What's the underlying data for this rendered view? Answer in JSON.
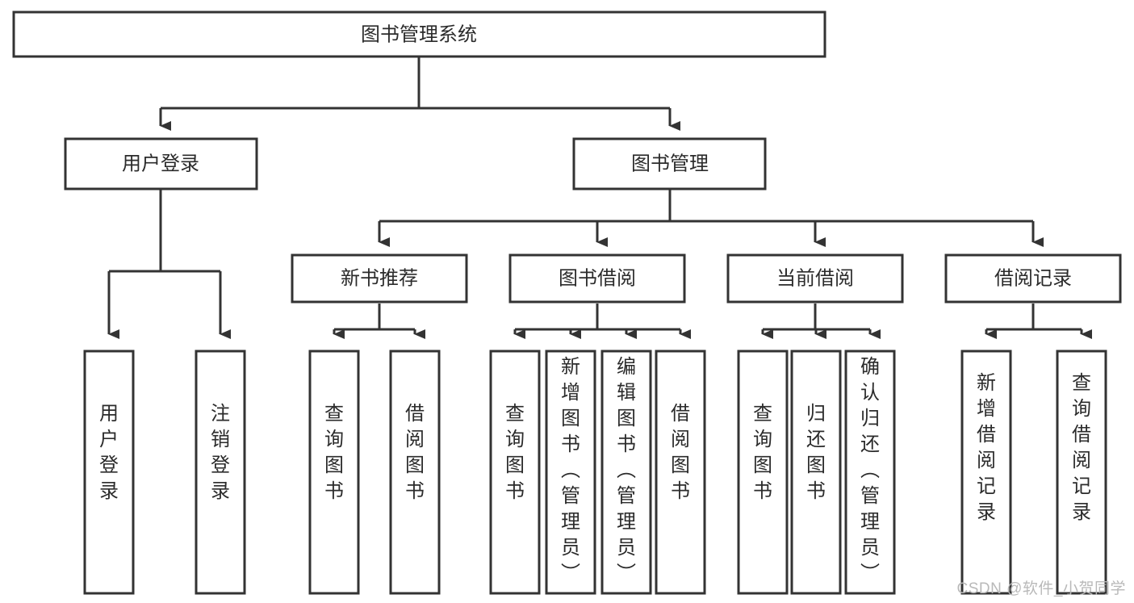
{
  "diagram": {
    "title": "图书管理系统",
    "type": "hierarchy-tree",
    "watermark": "CSDN @软件_小贺同学",
    "colors": {
      "background": "#ffffff",
      "box_fill": "#ffffff",
      "stroke": "#333333",
      "text": "#2b2b2b",
      "watermark": "#b9b9b9"
    },
    "levels": {
      "level0": [
        {
          "id": "root",
          "label": "图书管理系统",
          "orientation": "horizontal"
        }
      ],
      "level1": [
        {
          "id": "user-login",
          "label": "用户登录",
          "orientation": "horizontal"
        },
        {
          "id": "book-management",
          "label": "图书管理",
          "orientation": "horizontal"
        }
      ],
      "level2": [
        {
          "id": "new-book-recommend",
          "label": "新书推荐",
          "orientation": "horizontal",
          "parent": "book-management"
        },
        {
          "id": "book-borrow",
          "label": "图书借阅",
          "orientation": "horizontal",
          "parent": "book-management"
        },
        {
          "id": "current-borrow",
          "label": "当前借阅",
          "orientation": "horizontal",
          "parent": "book-management"
        },
        {
          "id": "borrow-record",
          "label": "借阅记录",
          "orientation": "horizontal",
          "parent": "book-management"
        }
      ],
      "level3": [
        {
          "id": "leaf-user-login",
          "label": "用户登录",
          "orientation": "vertical",
          "parent": "user-login"
        },
        {
          "id": "leaf-logout-login",
          "label": "注销登录",
          "orientation": "vertical",
          "parent": "user-login"
        },
        {
          "id": "leaf-query-book-1",
          "label": "查询图书",
          "orientation": "vertical",
          "parent": "new-book-recommend"
        },
        {
          "id": "leaf-borrow-book-1",
          "label": "借阅图书",
          "orientation": "vertical",
          "parent": "new-book-recommend"
        },
        {
          "id": "leaf-query-book-2",
          "label": "查询图书",
          "orientation": "vertical",
          "parent": "book-borrow"
        },
        {
          "id": "leaf-add-book",
          "label": "新增图书（管理员）",
          "orientation": "vertical",
          "parent": "book-borrow"
        },
        {
          "id": "leaf-edit-book",
          "label": "编辑图书（管理员）",
          "orientation": "vertical",
          "parent": "book-borrow"
        },
        {
          "id": "leaf-borrow-book-2",
          "label": "借阅图书",
          "orientation": "vertical",
          "parent": "book-borrow"
        },
        {
          "id": "leaf-query-book-3",
          "label": "查询图书",
          "orientation": "vertical",
          "parent": "current-borrow"
        },
        {
          "id": "leaf-return-book",
          "label": "归还图书",
          "orientation": "vertical",
          "parent": "current-borrow"
        },
        {
          "id": "leaf-confirm-return",
          "label": "确认归还（管理员）",
          "orientation": "vertical",
          "parent": "current-borrow"
        },
        {
          "id": "leaf-add-record",
          "label": "新增借阅记录",
          "orientation": "vertical",
          "parent": "borrow-record"
        },
        {
          "id": "leaf-query-record",
          "label": "查询借阅记录",
          "orientation": "vertical",
          "parent": "borrow-record"
        }
      ]
    }
  }
}
